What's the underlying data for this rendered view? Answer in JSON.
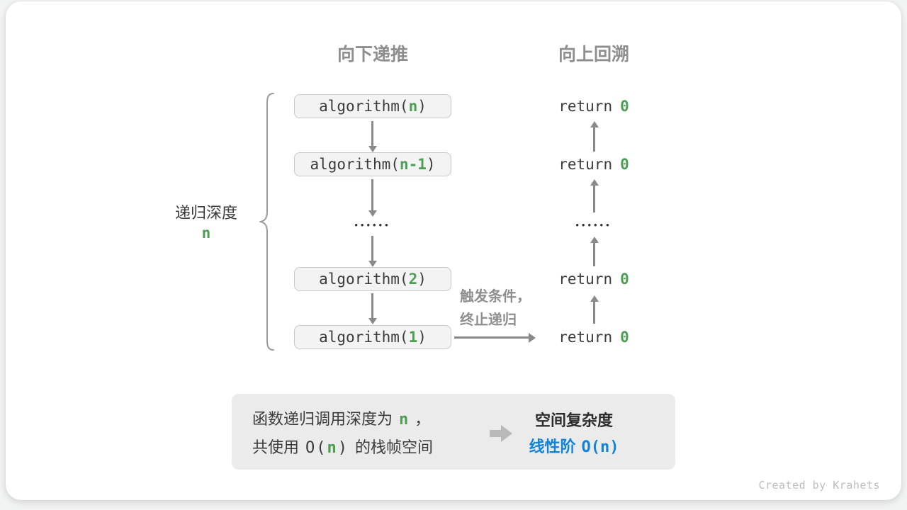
{
  "colors": {
    "green": "#4c9e52",
    "blue": "#1184d8",
    "arrow-gray": "#8a8a8a",
    "header-gray": "#8e8e8e",
    "box-bg": "#f3f3f4",
    "box-border": "#c9c9c9",
    "summary-bg": "#ebebeb",
    "text-dark": "#3b3b3b",
    "credit-gray": "#bdbdbd"
  },
  "headers": {
    "down": "向下递推",
    "up": "向上回溯"
  },
  "depth": {
    "label": "递归深度",
    "value": "n"
  },
  "flow": {
    "calls": [
      {
        "pre": "algorithm(",
        "arg": "n",
        "post": ")"
      },
      {
        "pre": "algorithm(",
        "arg": "n-1",
        "post": ")"
      },
      {
        "pre": "algorithm(",
        "arg": "2",
        "post": ")"
      },
      {
        "pre": "algorithm(",
        "arg": "1",
        "post": ")"
      }
    ],
    "ellipsis": "••••••",
    "returns": [
      {
        "keyword": "return",
        "value": "0"
      },
      {
        "keyword": "return",
        "value": "0"
      },
      {
        "keyword": "return",
        "value": "0"
      },
      {
        "keyword": "return",
        "value": "0"
      }
    ]
  },
  "annotation": {
    "line1": "触发条件，",
    "line2": "终止递归"
  },
  "summary": {
    "line1_pre": "函数递归调用深度为",
    "line1_var": "n",
    "line1_post": "，",
    "line2_pre": "共使用",
    "expr_open": "O(",
    "expr_var": "n",
    "expr_close": ")",
    "line2_post": "的栈帧空间"
  },
  "result": {
    "title": "空间复杂度",
    "label": "线性阶",
    "expr": "O(n)"
  },
  "credit": "Created by Krahets"
}
